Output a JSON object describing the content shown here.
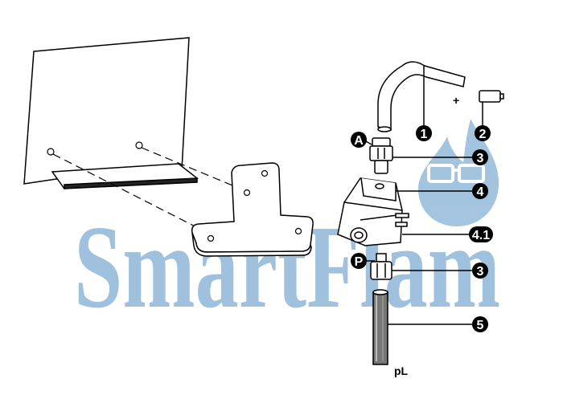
{
  "watermark": {
    "text": "SmartFlam",
    "color": "#9fc1dd"
  },
  "callouts": {
    "c1": "1",
    "c2": "2",
    "c3a": "3",
    "c4": "4",
    "c41": "4.1",
    "c3b": "3",
    "c5": "5",
    "cA": "A",
    "cP": "P"
  },
  "labels": {
    "plus": "+",
    "pl": "pL"
  },
  "colors": {
    "ink": "#000000",
    "callout_fill": "#000000",
    "paper": "#ffffff",
    "watermark": "#9fc1dd"
  },
  "icons": {
    "watermark_drop": "flame-drop-with-glasses-icon"
  }
}
